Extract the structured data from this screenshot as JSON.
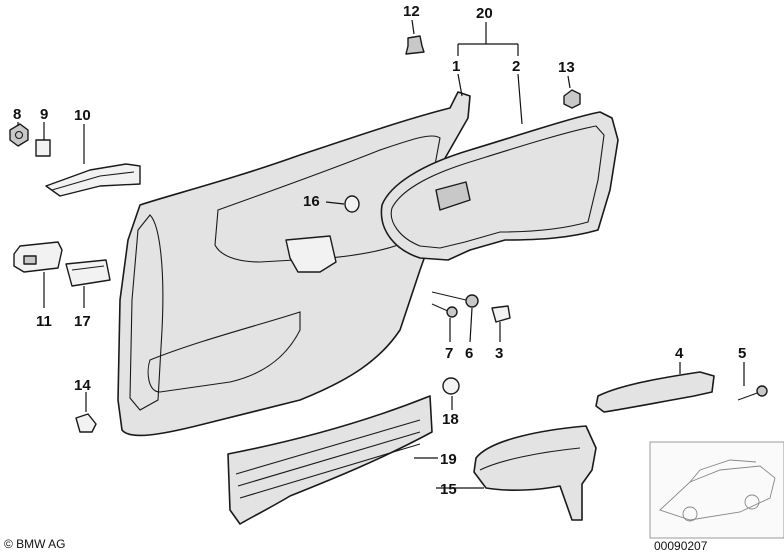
{
  "callouts": {
    "c1": "1",
    "c2": "2",
    "c3": "3",
    "c4": "4",
    "c5": "5",
    "c6": "6",
    "c7": "7",
    "c8": "8",
    "c9": "9",
    "c10": "10",
    "c11": "11",
    "c12": "12",
    "c13": "13",
    "c14": "14",
    "c15": "15",
    "c16": "16",
    "c17": "17",
    "c18": "18",
    "c19": "19",
    "c20": "20"
  },
  "footer": {
    "copyright": "© BMW AG",
    "diagram_id": "00090207"
  }
}
